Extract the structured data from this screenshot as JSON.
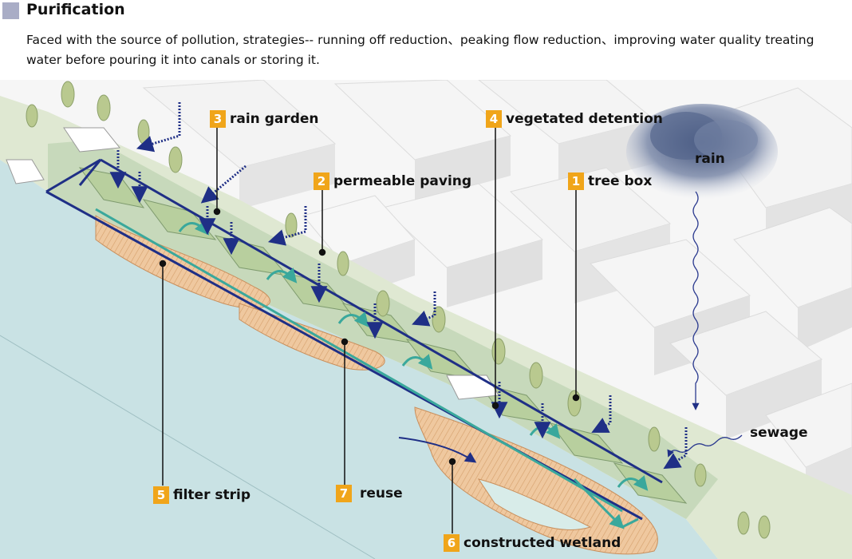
{
  "header": {
    "title": "Purification",
    "description": "Faced with the source of pollution, strategies-- running off reduction、peaking flow reduction、improving water quality treating water before pouring it into canals or storing it."
  },
  "labels": [
    {
      "num": "3",
      "text": "rain garden"
    },
    {
      "num": "4",
      "text": "vegetated detention"
    },
    {
      "num": "2",
      "text": "permeable paving"
    },
    {
      "num": "1",
      "text": "tree box"
    },
    {
      "num": "5",
      "text": "filter strip"
    },
    {
      "num": "7",
      "text": "reuse"
    },
    {
      "num": "6",
      "text": "constructed wetland"
    }
  ],
  "annotations": {
    "rain": "rain",
    "sewage": "sewage"
  },
  "colors": {
    "swatch": "#a9adc6",
    "badge": "#f0a51a",
    "flow_blue": "#1f2f86",
    "reuse_teal": "#3aa89c",
    "wetland": "#e8b88a",
    "water": "#c9e2e4",
    "building": "#f1f1f1"
  }
}
